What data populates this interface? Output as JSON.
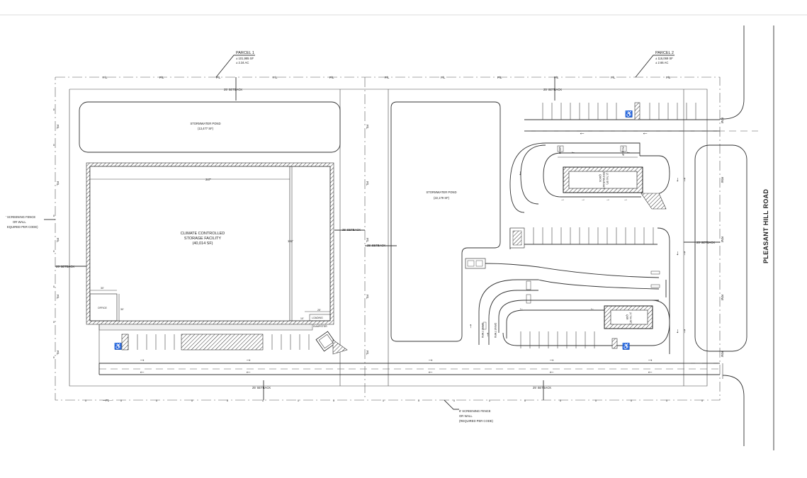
{
  "parcels": {
    "parcel1": {
      "name": "PARCEL 1",
      "area_sf": "± 101,985 SF",
      "area_ac": "± 2.34 AC"
    },
    "parcel2": {
      "name": "PARCEL 2",
      "area_sf": "± 116,069 SF",
      "area_ac": "± 2.66 AC"
    }
  },
  "labels": {
    "pl": "P/L",
    "rw": "R/W",
    "setback": "25' SETBACK",
    "road": "PLEASANT HILL ROAD",
    "fence_left": [
      "' SCREENING FENCE",
      "OR WALL",
      "EQUIRED PER CODE)"
    ],
    "fence_bottom": [
      "6' SCREENING FENCE",
      "OR WALL",
      "(REQUIRED PER CODE)"
    ]
  },
  "ponds": {
    "pond1": {
      "name": "STORMWATER POND",
      "area": "(13,477 SF)"
    },
    "pond2": {
      "name": "STORMWATER POND",
      "area": "(22,179 SF)"
    }
  },
  "storage": {
    "name": [
      "CLIMATE CONTROLLED",
      "STORAGE FACILITY"
    ],
    "area": "(40,014 SF)",
    "width_dim": "247'",
    "depth_dim": "162'",
    "office": "OFFICE",
    "office_w": "30'",
    "office_d": "30'",
    "dim_25": "25'",
    "dim_10": "10'",
    "loading": "LOADING",
    "dumpster": "DUMPSTER"
  },
  "restaurants": {
    "r1": [
      "QUICK",
      "RESTAURANT",
      "(2,744 SF)"
    ],
    "r2": [
      "QSR",
      "(2,744 SF)"
    ]
  },
  "drive_thru": {
    "menu": "MENU",
    "pickup": "PICKUP",
    "drive_thru": "DRIVE THRU"
  }
}
